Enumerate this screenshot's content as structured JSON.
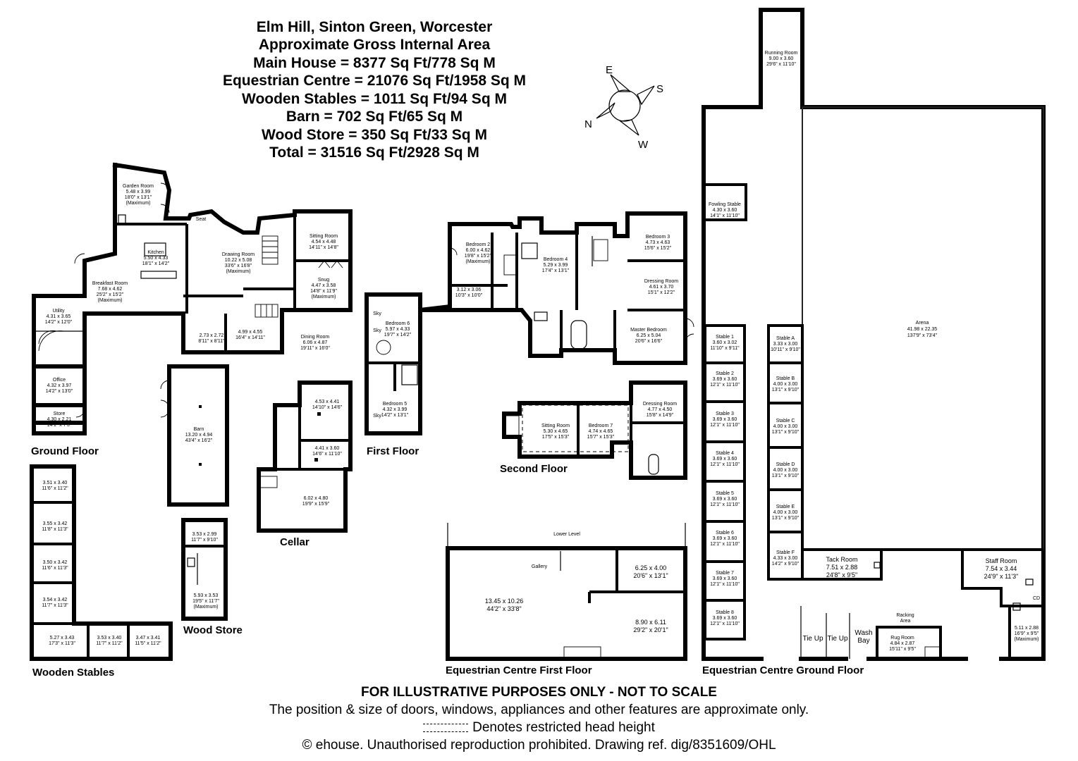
{
  "header": {
    "lines": [
      "Elm Hill, Sinton Green, Worcester",
      "Approximate Gross Internal Area",
      "Main House = 8377 Sq Ft/778 Sq M",
      "Equestrian Centre = 21076 Sq Ft/1958 Sq M",
      "Wooden Stables = 1011 Sq Ft/94 Sq M",
      "Barn = 702 Sq Ft/65 Sq M",
      "Wood Store = 350 Sq Ft/33 Sq M",
      "Total = 31516 Sq Ft/2928 Sq M"
    ]
  },
  "compass": {
    "n": "N",
    "e": "E",
    "s": "S",
    "w": "W"
  },
  "floor_labels": {
    "ground_floor": "Ground Floor",
    "first_floor": "First Floor",
    "second_floor": "Second Floor",
    "cellar": "Cellar",
    "wood_store": "Wood Store",
    "wooden_stables": "Wooden Stables",
    "equestrian_first": "Equestrian Centre First Floor",
    "equestrian_ground": "Equestrian Centre Ground Floor"
  },
  "ground_floor": {
    "garden_room": [
      "Garden Room",
      "5.48 x 3.99",
      "18'0\" x 13'1\"",
      "(Maximum)"
    ],
    "kitchen": [
      "Kitchen",
      "5.50 x 4.33",
      "18'1\" x 14'2\""
    ],
    "drawing_room": [
      "Drawing Room",
      "10.22 x 5.08",
      "33'6\" x 16'8\"",
      "(Maximum)"
    ],
    "sitting_room": [
      "Sitting Room",
      "4.54 x 4.48",
      "14'11\" x 14'8\""
    ],
    "snug": [
      "Snug",
      "4.47 x 3.58",
      "14'8\" x 11'9\"",
      "(Maximum)"
    ],
    "breakfast_room": [
      "Breakfast Room",
      "7.68 x 4.62",
      "25'2\" x 15'2\"",
      "(Maximum)"
    ],
    "utility": [
      "Utility",
      "4.31 x 3.65",
      "14'2\" x 12'0\""
    ],
    "room_a": [
      "2.73 x 2.72",
      "8'11\" x 8'11\""
    ],
    "room_b": [
      "4.99 x 4.55",
      "16'4\" x 14'11\""
    ],
    "dining_room": [
      "Dining Room",
      "6.06 x 4.87",
      "19'11\" x 16'0\""
    ],
    "office": [
      "Office",
      "4.32 x 3.97",
      "14'2\" x 13'0\""
    ],
    "store": [
      "Store",
      "4.30 x 2.21",
      "14'1\" x 7'3\""
    ],
    "seat": "Seat"
  },
  "barn": [
    "Barn",
    "13.20 x 4.94",
    "43'4\" x 16'2\""
  ],
  "cellar": {
    "room1": [
      "4.53 x 4.41",
      "14'10\" x 14'6\""
    ],
    "room2": [
      "4.41 x 3.60",
      "14'6\" x 11'10\""
    ],
    "room3": [
      "6.02 x 4.80",
      "19'9\" x 15'9\""
    ]
  },
  "first_floor": {
    "bedroom6": [
      "Bedroom 6",
      "5.97 x 4.33",
      "19'7\" x 14'2\""
    ],
    "bedroom5": [
      "Bedroom 5",
      "4.32 x 3.99",
      "14'2\" x 13'1\""
    ],
    "bedroom2": [
      "Bedroom 2",
      "6.00 x 4.62",
      "19'8\" x 15'2\"",
      "(Maximum)"
    ],
    "room_c": [
      "3.12 x 3.06",
      "10'3\" x 10'0\""
    ],
    "bedroom4": [
      "Bedroom 4",
      "5.29 x 3.99",
      "17'4\" x 13'1\""
    ],
    "bedroom3": [
      "Bedroom 3",
      "4.73 x 4.63",
      "15'6\" x 15'2\""
    ],
    "dressing_room": [
      "Dressing Room",
      "4.61 x 3.70",
      "15'1\" x 12'2\""
    ],
    "master_bedroom": [
      "Master Bedroom",
      "6.25 x 5.04",
      "20'6\" x 16'6\""
    ],
    "sky": "Sky"
  },
  "second_floor": {
    "sitting_room": [
      "Sitting Room",
      "5.30 x 4.65",
      "17'5\" x 15'3\""
    ],
    "bedroom7": [
      "Bedroom 7",
      "4.74 x 4.65",
      "15'7\" x 15'3\""
    ],
    "dressing_room": [
      "Dressing Room",
      "4.77 x 4.50",
      "15'8\" x 14'9\""
    ]
  },
  "wood_store": {
    "room1": [
      "3.53 x 2.99",
      "11'7\" x 9'10\""
    ],
    "room2": [
      "5.93 x 3.53",
      "19'5\" x 11'7\"",
      "(Maximum)"
    ]
  },
  "wooden_stables": {
    "s1": [
      "3.51 x 3.40",
      "11'6\" x 11'2\""
    ],
    "s2": [
      "3.55 x 3.42",
      "11'8\" x 11'3\""
    ],
    "s3": [
      "3.50 x 3.42",
      "11'6\" x 11'3\""
    ],
    "s4": [
      "3.54 x 3.42",
      "11'7\" x 11'3\""
    ],
    "s5": [
      "5.27 x 3.43",
      "17'3\" x 11'3\""
    ],
    "s6": [
      "3.53 x 3.40",
      "11'7\" x 11'2\""
    ],
    "s7": [
      "3.47 x 3.41",
      "11'5\" x 11'2\""
    ]
  },
  "equestrian_first": {
    "lower_level": "Lower Level",
    "gallery": "Gallery",
    "room1": [
      "13.45 x 10.26",
      "44'2\" x 33'8\""
    ],
    "room2": [
      "6.25 x 4.00",
      "20'6\" x 13'1\""
    ],
    "room3": [
      "8.90 x 6.11",
      "29'2\" x 20'1\""
    ]
  },
  "equestrian_ground": {
    "running_room": [
      "Running Room",
      "9.00 x 3.60",
      "29'6\" x 11'10\""
    ],
    "foaling_stable": [
      "Fowling Stable",
      "4.30 x 3.60",
      "14'1\" x 11'10\""
    ],
    "arena": [
      "Arena",
      "41.98 x 22.35",
      "137'9\" x 73'4\""
    ],
    "stable1": [
      "Stable 1",
      "3.60 x 3.02",
      "11'10\" x 9'11\""
    ],
    "stable2": [
      "Stable 2",
      "3.69 x 3.60",
      "12'1\" x 11'10\""
    ],
    "stable3": [
      "Stable 3",
      "3.69 x 3.60",
      "12'1\" x 11'10\""
    ],
    "stable4": [
      "Stable 4",
      "3.69 x 3.60",
      "12'1\" x 11'10\""
    ],
    "stable5": [
      "Stable 5",
      "3.69 x 3.60",
      "12'1\" x 11'10\""
    ],
    "stable6": [
      "Stable 6",
      "3.69 x 3.60",
      "12'1\" x 11'10\""
    ],
    "stable7": [
      "Stable 7",
      "3.69 x 3.60",
      "12'1\" x 11'10\""
    ],
    "stable8": [
      "Stable 8",
      "3.69 x 3.60",
      "12'1\" x 11'10\""
    ],
    "stableA": [
      "Stable A",
      "3.33 x 3.00",
      "10'11\" x 9'10\""
    ],
    "stableB": [
      "Stable B",
      "4.00 x 3.00",
      "13'1\" x 9'10\""
    ],
    "stableC": [
      "Stable C",
      "4.00 x 3.00",
      "13'1\" x 9'10\""
    ],
    "stableD": [
      "Stable D",
      "4.00 x 3.00",
      "13'1\" x 9'10\""
    ],
    "stableE": [
      "Stable E",
      "4.00 x 3.00",
      "13'1\" x 9'10\""
    ],
    "stableF": [
      "Stable F",
      "4.33 x 3.00",
      "14'2\" x 9'10\""
    ],
    "tack_room": [
      "Tack Room",
      "7.51 x 2.88",
      "24'8\" x 9'5\""
    ],
    "staff_room": [
      "Staff Room",
      "7.54 x 3.44",
      "24'9\" x 11'3\""
    ],
    "racking_area": [
      "Racking",
      "Area"
    ],
    "rug_room": [
      "Rug Room",
      "4.84 x 2.87",
      "15'11\" x 9'5\""
    ],
    "wash_bay": [
      "Wash",
      "Bay"
    ],
    "tie_up1": "Tie Up",
    "tie_up2": "Tie Up",
    "room_x": [
      "5.11 x 2.88",
      "16'9\" x 9'5\"",
      "(Maximum)"
    ],
    "cd": "CD"
  },
  "footer": {
    "line1": "FOR ILLUSTRATIVE PURPOSES ONLY - NOT TO SCALE",
    "line2": "The position & size of doors, windows, appliances and other features are approximate only.",
    "line3": "Denotes restricted head height",
    "line4": "© ehouse. Unauthorised reproduction prohibited. Drawing ref. dig/8351609/OHL"
  }
}
